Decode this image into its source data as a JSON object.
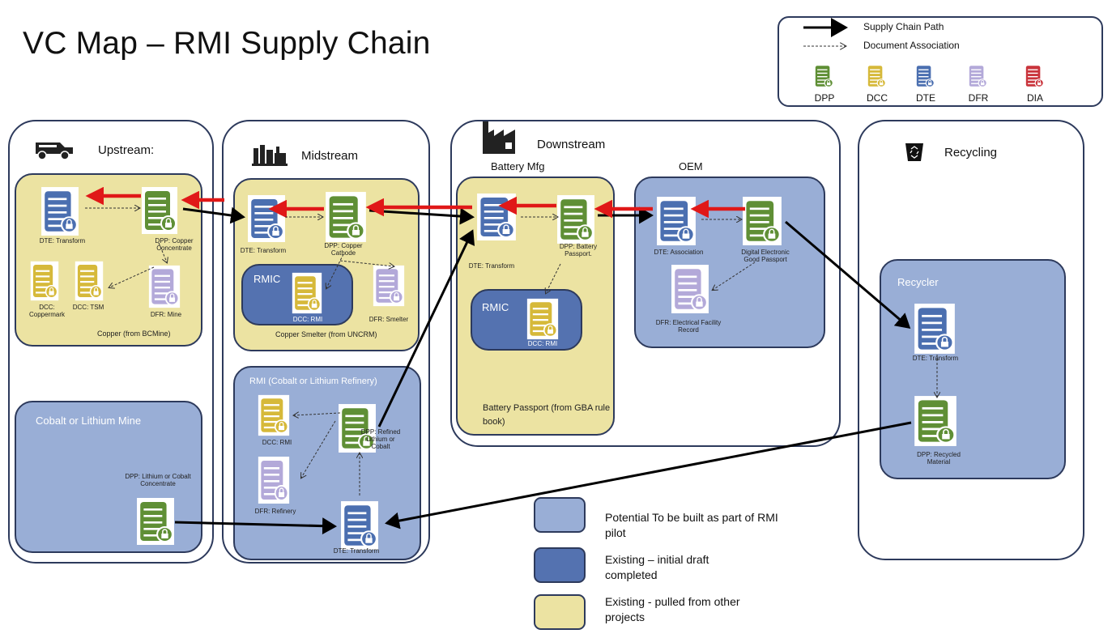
{
  "title": "VC Map – RMI Supply Chain",
  "legend": {
    "supply_chain_path": "Supply Chain Path",
    "document_association": "Document Association",
    "doc_types": [
      {
        "label": "DPP",
        "color": "#5f8f35"
      },
      {
        "label": "DCC",
        "color": "#d6b93a"
      },
      {
        "label": "DTE",
        "color": "#4b6fb0"
      },
      {
        "label": "DFR",
        "color": "#b3a9d9"
      },
      {
        "label": "DIA",
        "color": "#c9343c"
      }
    ]
  },
  "stages": {
    "upstream": "Upstream:",
    "midstream": "Midstream",
    "downstream": "Downstream",
    "recycling": "Recycling"
  },
  "boxes": {
    "copper": "Copper (from BCMine)",
    "cobalt_mine": "Cobalt or Lithium Mine",
    "copper_smelter": "Copper Smelter (from UNCRM)",
    "rmi_refinery": "RMI (Cobalt or Lithium Refinery)",
    "battery_mfg": "Battery Mfg",
    "battery_passport": "Battery Passport (from GBA rule book)",
    "oem": "OEM",
    "recycler": "Recycler",
    "rmic_1": "RMIC",
    "rmic_2": "RMIC"
  },
  "docs": {
    "up_dte": "DTE: Transform",
    "up_dpp": "DPP: Copper Concentrate",
    "up_dcc1": "DCC: Coppermark",
    "up_dcc2": "DCC: TSM",
    "up_dfr": "DFR: Mine",
    "cob_dpp": "DPP: Lithium or Cobalt Concentrate",
    "mid_dte": "DTE: Transform",
    "mid_dpp": "DPP: Copper Cathode",
    "mid_dcc": "DCC: RMI",
    "mid_dfr": "DFR: Smelter",
    "ref_dcc": "DCC: RMI",
    "ref_dpp": "DPP: Refined Lithium or Cobalt",
    "ref_dfr": "DFR: Refinery",
    "ref_dte": "DTE: Transform",
    "bat_dte": "DTE: Transform",
    "bat_dpp": "DPP: Battery Passport.",
    "bat_dcc": "DCC: RMI",
    "oem_dte": "DTE: Association",
    "oem_dpp": "Digital Electronic Good Passport",
    "oem_dfr": "DFR: Electrical Facility Record",
    "rec_dte": "DTE: Transform",
    "rec_dpp": "DPP: Recycled Material"
  },
  "key": {
    "potential": "Potential To be built as part of RMI pilot",
    "existing_draft": "Existing – initial draft completed",
    "existing_pulled": "Existing - pulled from other projects",
    "colors": {
      "potential": "#99aed6",
      "existing_draft": "#5472b0",
      "existing_pulled": "#ece3a2"
    }
  }
}
